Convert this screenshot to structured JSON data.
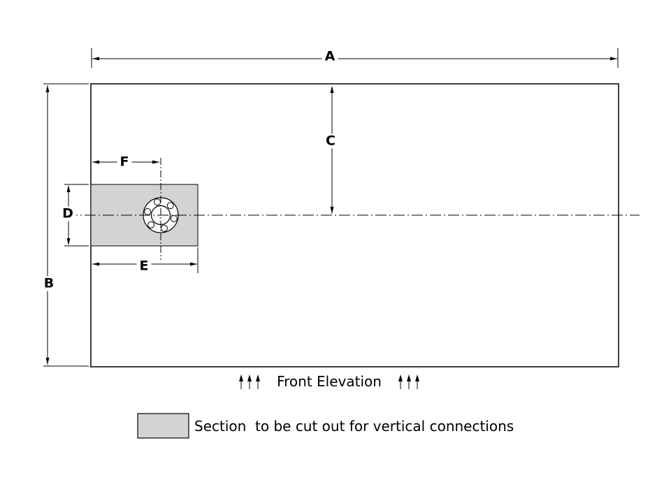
{
  "labels": {
    "A": "A",
    "B": "B",
    "C": "C",
    "D": "D",
    "E": "E",
    "F": "F"
  },
  "caption": {
    "text": "Front Elevation"
  },
  "legend": {
    "text": "Section  to be cut out for vertical connections"
  },
  "colors": {
    "line": "#000000",
    "cutout_fill": "#d3d3d3",
    "background": "#ffffff"
  }
}
